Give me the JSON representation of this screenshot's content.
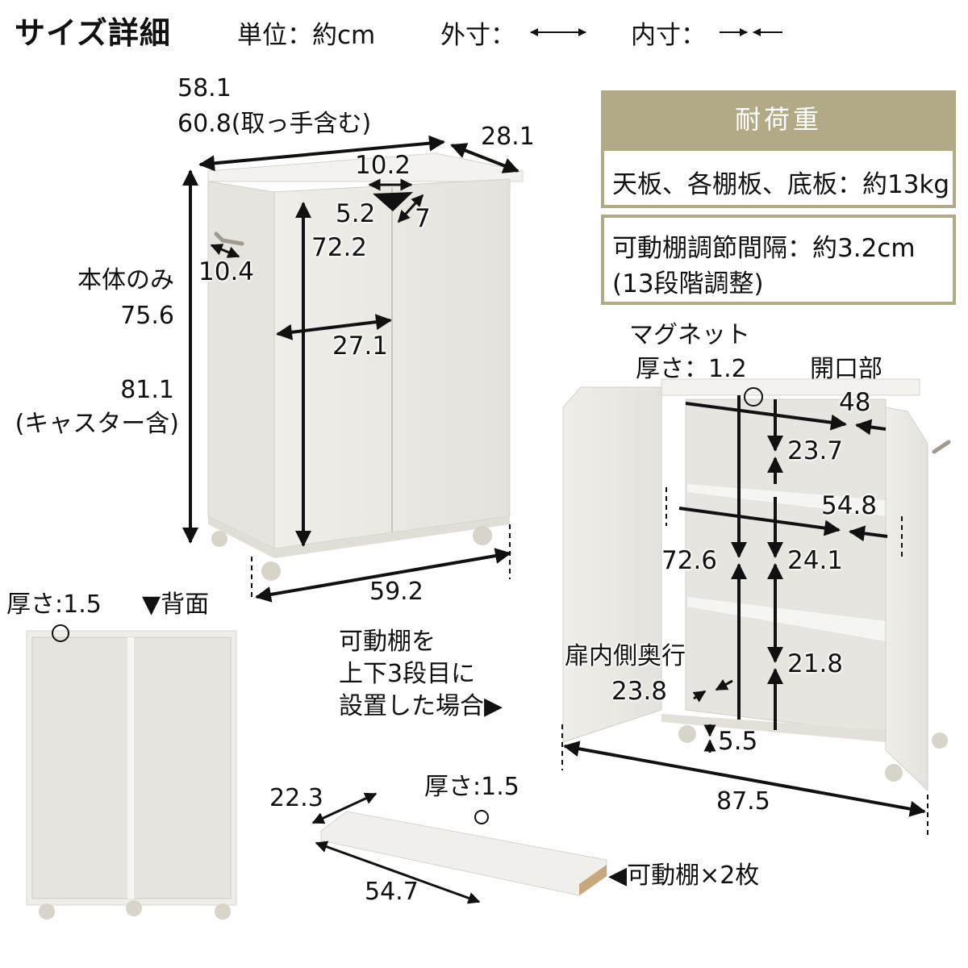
{
  "header": {
    "title": "サイズ詳細",
    "unit": "単位：約cm",
    "outer_label": "外寸：",
    "inner_label": "内寸："
  },
  "front_view": {
    "width": "58.1",
    "width_with_handle": "60.8(取っ手含む)",
    "depth": "28.1",
    "handle_width": "10.2",
    "handle_height": "5.2",
    "handle_depth": "7",
    "side_handle": "10.4",
    "door_height": "72.2",
    "door_width": "27.1",
    "body_only_label": "本体のみ",
    "body_height": "75.6",
    "total_height": "81.1",
    "total_height_note": "(キャスター含)",
    "base_width": "59.2"
  },
  "load_capacity": {
    "heading": "耐荷重",
    "text": "天板、各棚板、底板：約13kg"
  },
  "shelf_adjust": {
    "line1": "可動棚調節間隔：約3.2cm",
    "line2": "(13段階調整)"
  },
  "back_view": {
    "thickness": "厚さ:1.5",
    "label": "▼背面"
  },
  "open_view": {
    "magnet_label": "マグネット",
    "magnet_thickness": "厚さ：1.2",
    "opening_label": "開口部",
    "opening_width": "48",
    "top_section": "23.7",
    "inner_width": "54.8",
    "inner_height": "72.6",
    "middle_section": "24.1",
    "bottom_section": "21.8",
    "door_inner_depth_label": "扉内側奥行",
    "door_inner_depth": "23.8",
    "floor_clearance": "5.5",
    "open_width": "87.5"
  },
  "shelf_note": {
    "line1": "可動棚を",
    "line2": "上下3段目に",
    "line3": "設置した場合▶"
  },
  "shelf_board": {
    "depth": "22.3",
    "thickness": "厚さ:1.5",
    "width": "54.7",
    "label": "◀可動棚×2枚"
  },
  "colors": {
    "accent": "#b2aa87",
    "furniture": "#ecebe6",
    "furniture_shade": "#dcdad3",
    "text": "#111111"
  }
}
